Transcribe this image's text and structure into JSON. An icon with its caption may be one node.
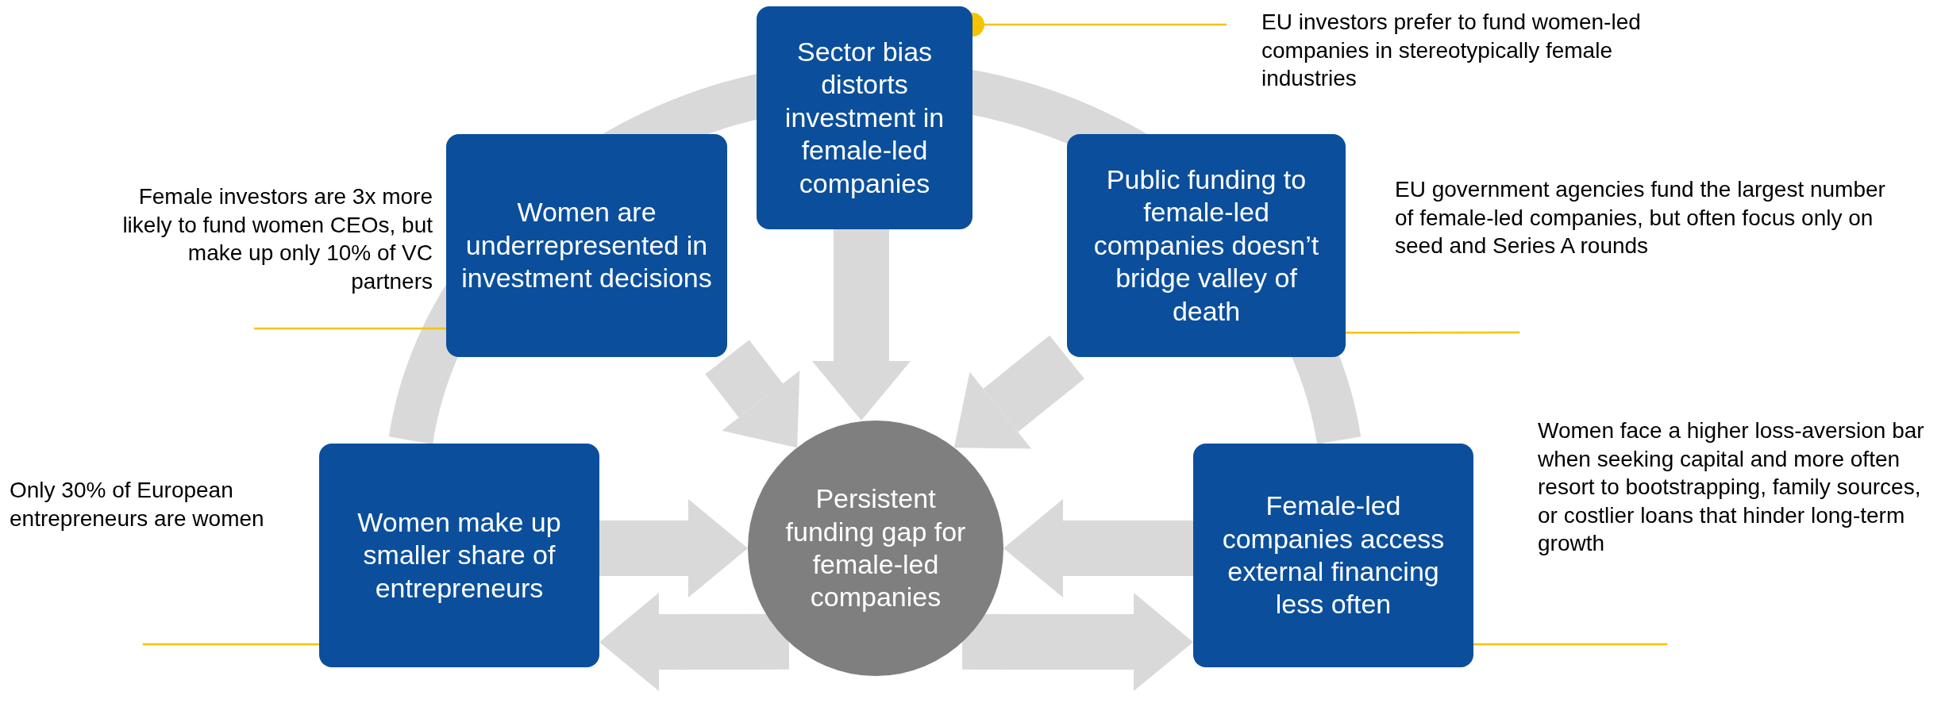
{
  "diagram": {
    "nodes": [
      {
        "text": [
          "Sector bias distorts investment in female-led companies"
        ]
      },
      {
        "text": [
          "Women are underrepresented in investment decisions"
        ]
      },
      {
        "text": [
          "Public funding to female-led companies doesn’t bridge valley of death"
        ]
      },
      {
        "text": [
          "Women make up smaller share of entrepreneurs"
        ]
      },
      {
        "text": [
          "Persistent funding gap for female-led companies"
        ]
      },
      {
        "text": [
          "Female-led companies access external financing less often"
        ]
      },
      {
        "text": [
          "EU investors prefer to fund women-led companies in stereotypically female industries"
        ]
      },
      {
        "text": [
          "Female investors are 3x more likely to fund women CEOs, but make up only 10% of VC partners"
        ]
      },
      {
        "text": [
          "EU government agencies fund the largest number of female-led companies, but often focus only on seed and Series A rounds"
        ]
      },
      {
        "text": [
          "Only 30% of European entrepreneurs are women"
        ]
      },
      {
        "text": [
          "Women face a higher loss-aversion bar when seeking capital and more often resort to bootstrapping, family sources, or costlier loans that hinder long-term growth"
        ]
      }
    ],
    "edges": [
      {
        "from": 1,
        "to": 4,
        "arrow": "to"
      },
      {
        "from": 0,
        "to": 4,
        "arrow": "to"
      },
      {
        "from": 2,
        "to": 4,
        "arrow": "to"
      },
      {
        "from": 3,
        "to": 4,
        "arrow": "to"
      },
      {
        "from": 5,
        "to": 4,
        "arrow": "to"
      },
      {
        "from": 4,
        "to": 3,
        "arrow": "to"
      },
      {
        "from": 4,
        "to": 5,
        "arrow": "to"
      },
      {
        "from": 6,
        "to": 0,
        "arrow": "other",
        "color": "#f5c400"
      },
      {
        "from": 7,
        "to": 1,
        "arrow": "other",
        "color": "#f5c400"
      },
      {
        "from": 8,
        "to": 2,
        "arrow": "other",
        "color": "#f5c400"
      },
      {
        "from": 9,
        "to": 3,
        "arrow": "other",
        "color": "#f5c400"
      },
      {
        "from": 10,
        "to": 5,
        "arrow": "other",
        "color": "#f5c400"
      }
    ]
  }
}
